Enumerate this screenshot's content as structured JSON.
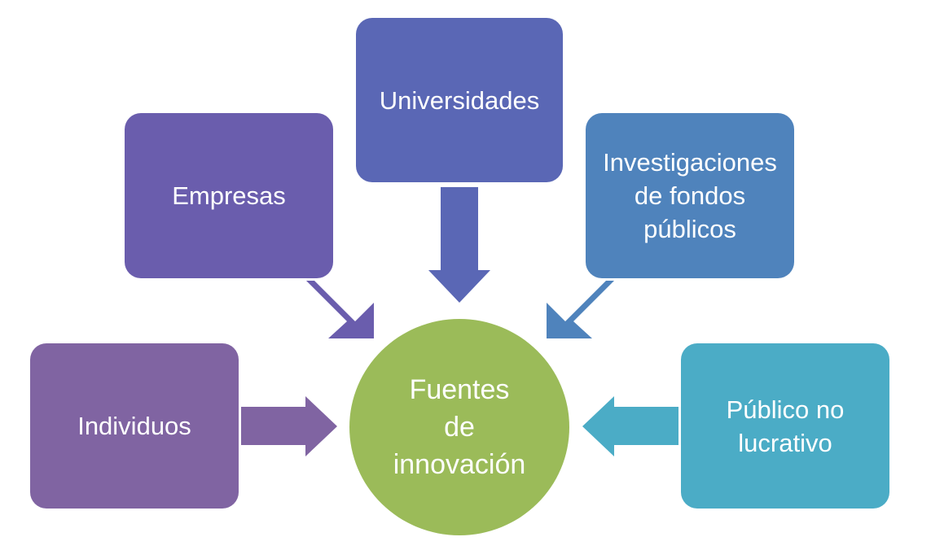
{
  "diagram": {
    "center": {
      "label_lines": [
        "Fuentes",
        "de",
        "innovación"
      ],
      "color": "#9BBB59"
    },
    "nodes": [
      {
        "id": "universidades",
        "label_lines": [
          "Universidades"
        ],
        "color": "#5A67B5",
        "arrow_color": "#5A67B5"
      },
      {
        "id": "empresas",
        "label_lines": [
          "Empresas"
        ],
        "color": "#6A5DAD",
        "arrow_color": "#6A5DAD"
      },
      {
        "id": "investigaciones",
        "label_lines": [
          "Investigaciones",
          "de fondos",
          "públicos"
        ],
        "color": "#4F83BC",
        "arrow_color": "#4F83BC"
      },
      {
        "id": "individuos",
        "label_lines": [
          "Individuos"
        ],
        "color": "#8064A2",
        "arrow_color": "#8064A2"
      },
      {
        "id": "publico",
        "label_lines": [
          "Público no",
          "lucrativo"
        ],
        "color": "#4BACC6",
        "arrow_color": "#4BACC6"
      }
    ]
  }
}
